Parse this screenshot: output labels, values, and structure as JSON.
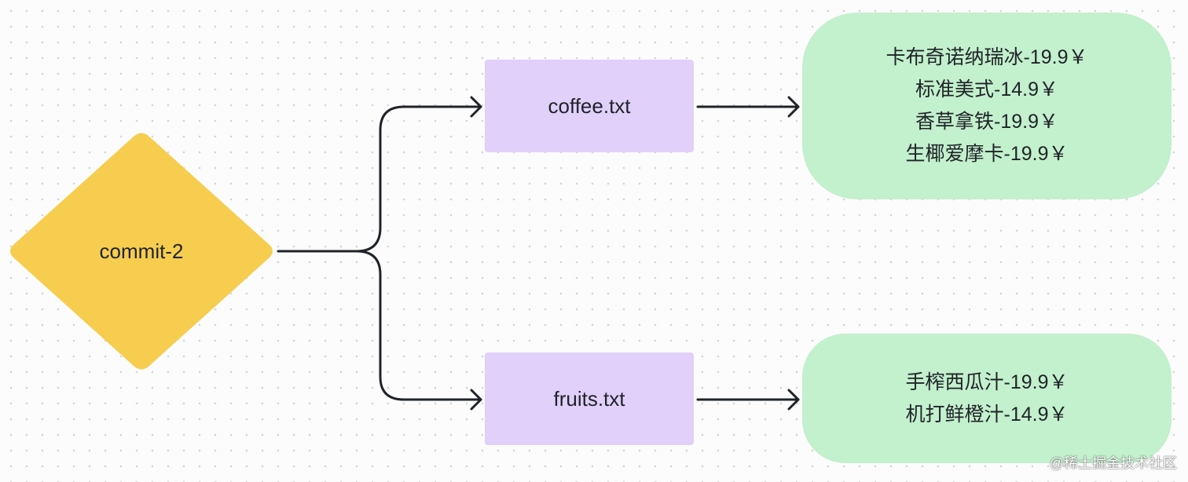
{
  "diagram": {
    "root": {
      "label": "commit-2",
      "color": "#f7cd4f"
    },
    "files": [
      {
        "label": "coffee.txt"
      },
      {
        "label": "fruits.txt"
      }
    ],
    "contents": [
      {
        "lines": [
          "卡布奇诺纳瑞冰-19.9￥",
          "标准美式-14.9￥",
          "香草拿铁-19.9￥",
          "生椰爱摩卡-19.9￥"
        ]
      },
      {
        "lines": [
          "手榨西瓜汁-19.9￥",
          "机打鲜橙汁-14.9￥"
        ]
      }
    ],
    "colors": {
      "file_fill": "#e0d0fa",
      "content_fill": "#c3f0cd",
      "edge": "#1f2328"
    }
  },
  "watermark": "@稀土掘金技术社区"
}
